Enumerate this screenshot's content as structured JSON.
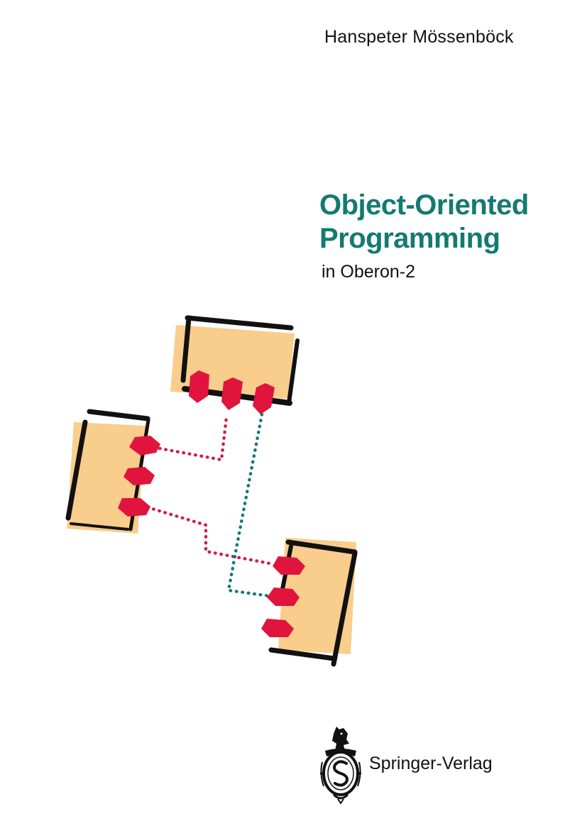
{
  "cover": {
    "author": "Hanspeter Mössenböck",
    "title_line1": "Object-Oriented",
    "title_line2": "Programming",
    "subtitle": "in Oberon-2",
    "publisher": "Springer-Verlag"
  },
  "colors": {
    "title": "#137a72",
    "box_fill": "#f9cd8c",
    "box_outline": "#111111",
    "connector": "#e0143c",
    "dotted_red": "#d01e44",
    "dotted_teal": "#137a72"
  },
  "icons": {
    "publisher_logo": "springer-knight-logo-icon"
  }
}
